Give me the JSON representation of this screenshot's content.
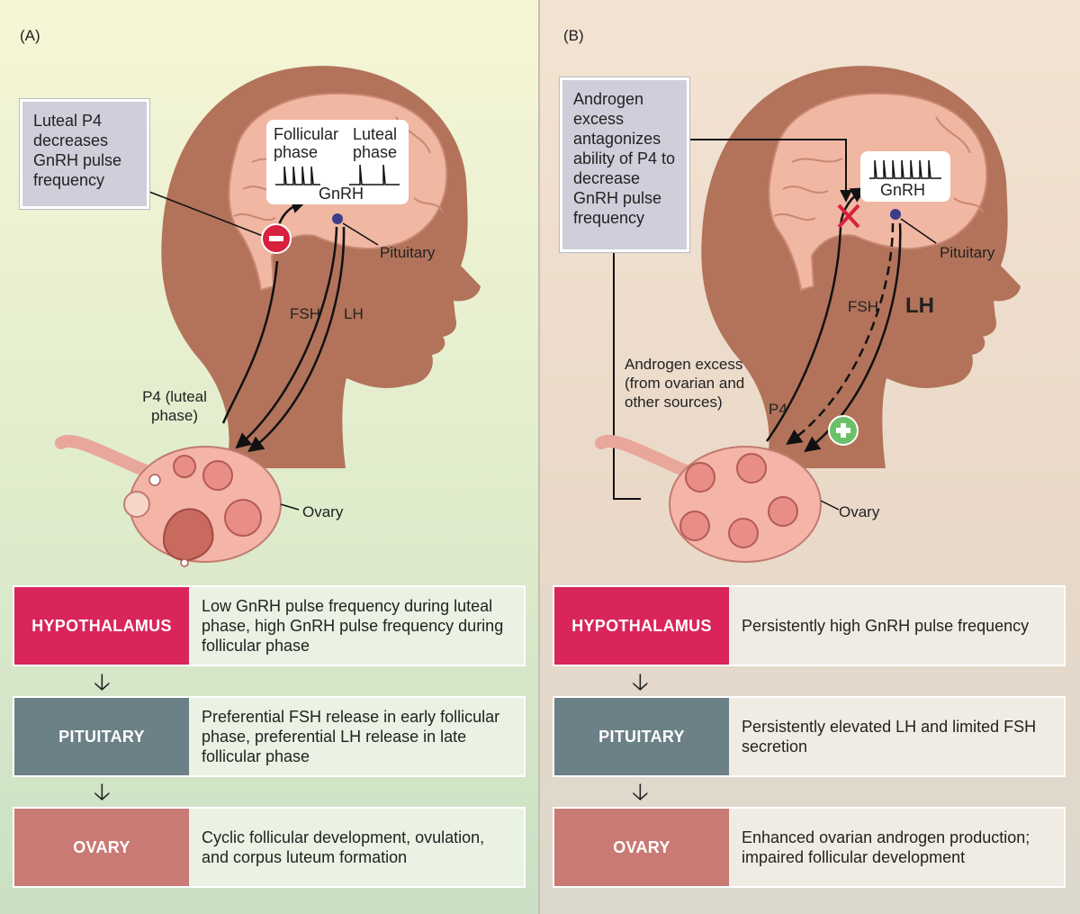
{
  "panel_a": {
    "letter": "(A)",
    "note": "Luteal P4 decreases GnRH pulse frequency",
    "follicular_label": "Follicular phase",
    "luteal_label": "Luteal phase",
    "gnrh_label": "GnRH",
    "pituitary_label": "Pituitary",
    "fsh_label": "FSH",
    "lh_label": "LH",
    "p4_label": "P4 (luteal phase)",
    "ovary_label": "Ovary",
    "rows": [
      {
        "tag": "HYPOTHALAMUS",
        "desc": "Low GnRH pulse frequency during luteal phase, high GnRH pulse frequency during follicular phase"
      },
      {
        "tag": "PITUITARY",
        "desc": "Preferential FSH release in early follicular phase, preferential LH release in late follicular phase"
      },
      {
        "tag": "OVARY",
        "desc": "Cyclic follicular development, ovulation, and corpus luteum formation"
      }
    ]
  },
  "panel_b": {
    "letter": "(B)",
    "note": "Androgen excess antagonizes ability of P4 to decrease GnRH pulse frequency",
    "gnrh_label": "GnRH",
    "pituitary_label": "Pituitary",
    "fsh_label": "FSH",
    "lh_label": "LH",
    "p4_label": "P4",
    "androgen_label": "Androgen excess (from ovarian and other sources)",
    "ovary_label": "Ovary",
    "rows": [
      {
        "tag": "HYPOTHALAMUS",
        "desc": "Persistently high GnRH pulse frequency"
      },
      {
        "tag": "PITUITARY",
        "desc": "Persistently elevated LH and limited FSH secretion"
      },
      {
        "tag": "OVARY",
        "desc": "Enhanced ovarian androgen production; impaired follicular development"
      }
    ]
  },
  "colors": {
    "hypothalamus": "#d9255a",
    "pituitary": "#6b8087",
    "ovary": "#c97a74",
    "head": "#b2735a",
    "brain": "#f0b7a2",
    "inhibit": "#d8203f",
    "stimulate": "#6cc06a"
  }
}
